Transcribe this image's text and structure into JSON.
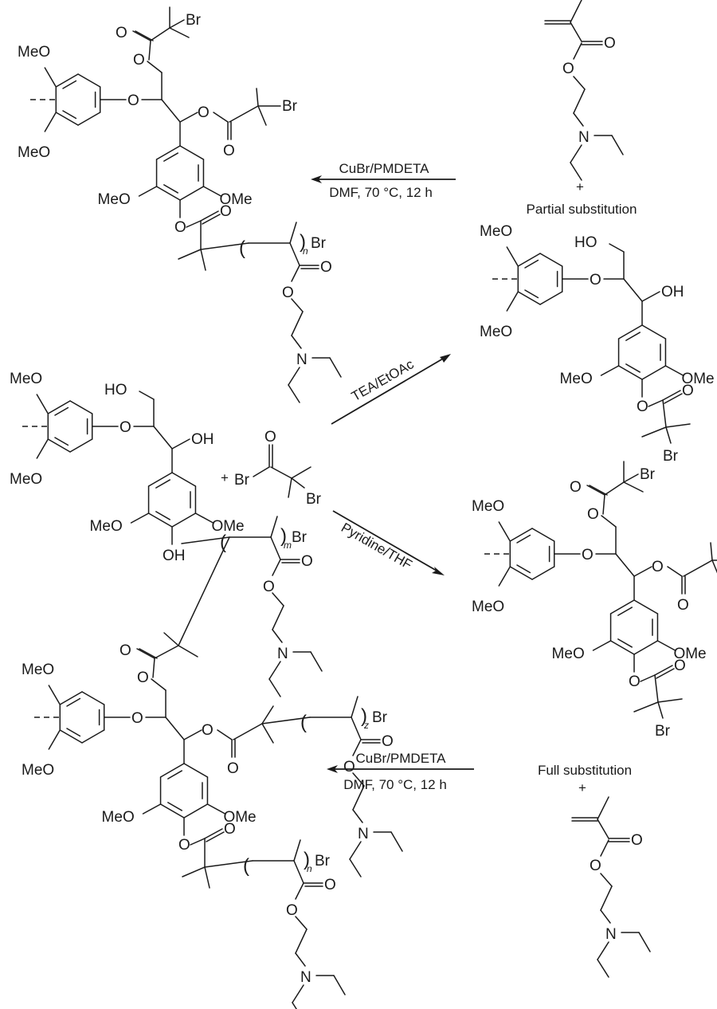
{
  "scheme": {
    "atoms": {
      "methoxy_left": "MeO",
      "methoxy_right": "OMe",
      "oxygen": "O",
      "hydroxyl_left": "HO",
      "hydroxyl_right": "OH",
      "bromine": "Br",
      "nitrogen": "N",
      "plus": "+"
    },
    "repeat_units": {
      "n": "n",
      "m": "m",
      "z": "z"
    },
    "arrows": {
      "top_atrp": {
        "above": "CuBr/PMDETA",
        "below": "DMF, 70 °C, 12 h",
        "direction": "left"
      },
      "tea": {
        "label": "TEA/EtOAc",
        "direction": "up-right"
      },
      "pyridine": {
        "label": "Pyridine/THF",
        "direction": "down-right"
      },
      "bottom_atrp": {
        "above": "CuBr/PMDETA",
        "below": "DMF, 70 °C, 12 h",
        "direction": "left"
      }
    },
    "annotations": {
      "partial": "Partial substitution",
      "full": "Full substitution"
    },
    "molecules": [
      {
        "id": "lignin-start",
        "name": "Lignin model (β-O-4, syringyl)"
      },
      {
        "id": "bibb",
        "name": "2-Bromoisobutyryl bromide"
      },
      {
        "id": "partial-macroinitiator",
        "name": "Partially substituted macroinitiator"
      },
      {
        "id": "full-macroinitiator",
        "name": "Fully substituted macroinitiator"
      },
      {
        "id": "deaema-top",
        "name": "DEAEMA monomer"
      },
      {
        "id": "deaema-bottom",
        "name": "DEAEMA monomer"
      },
      {
        "id": "partial-graft",
        "name": "Partial graft copolymer"
      },
      {
        "id": "full-graft",
        "name": "Full graft copolymer"
      }
    ]
  }
}
